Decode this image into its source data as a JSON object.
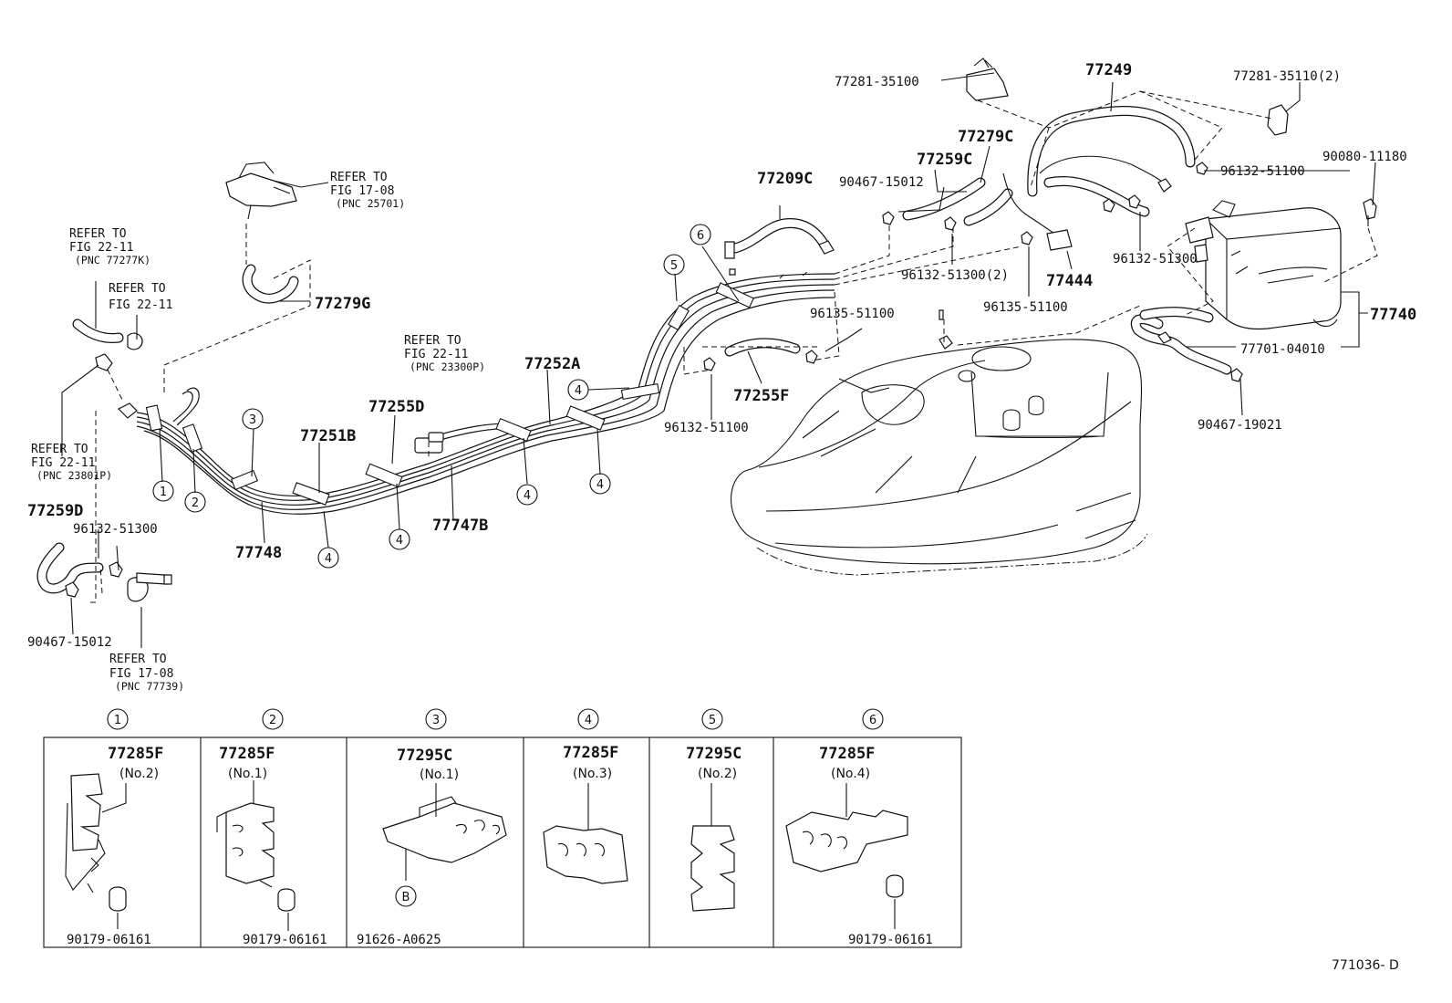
{
  "diagram_id": "771036- D",
  "labels": {
    "p77281_35100": "77281-35100",
    "p77249": "77249",
    "p77281_35110": "77281-35110(2)",
    "p77279C": "77279C",
    "p77259C": "77259C",
    "p90080_11180": "90080-11180",
    "p96132_51100_a": "96132-51100",
    "p77209C": "77209C",
    "p90467_15012_a": "90467-15012",
    "p96132_51300_2": "96132-51300(2)",
    "p77444": "77444",
    "p96132_51300_a": "96132-51300",
    "p96135_51100_a": "96135-51100",
    "p96135_51100_b": "96135-51100",
    "p77740": "77740",
    "p77701_04010": "77701-04010",
    "p90467_19021": "90467-19021",
    "p77279G": "77279G",
    "p77252A": "77252A",
    "p77255D": "77255D",
    "p77251B": "77251B",
    "p77255F": "77255F",
    "p96132_51100_b": "96132-51100",
    "p77747B": "77747B",
    "p77748": "77748",
    "p77259D": "77259D",
    "p96132_51300_b": "96132-51300",
    "p90467_15012_b": "90467-15012"
  },
  "refers": {
    "r1": {
      "l1": "REFER TO",
      "l2": "FIG 17-08",
      "l3": "(PNC 25701)"
    },
    "r2": {
      "l1": "REFER TO",
      "l2": "FIG 22-11",
      "l3": "(PNC 77277K)"
    },
    "r3": {
      "l1": "REFER TO",
      "l2": "FIG 22-11"
    },
    "r4": {
      "l1": "REFER TO",
      "l2": "FIG 22-11",
      "l3": "(PNC 23300P)"
    },
    "r5": {
      "l1": "REFER TO",
      "l2": "FIG 22-11",
      "l3": "(PNC 23801P)"
    },
    "r6": {
      "l1": "REFER TO",
      "l2": "FIG 17-08",
      "l3": "(PNC 77739)"
    }
  },
  "callouts": {
    "c1": "1",
    "c2": "2",
    "c3": "3",
    "c4": "4",
    "c5": "5",
    "c6": "6",
    "cB": "B"
  },
  "detail_panels": [
    {
      "num": "1",
      "part": "77285F",
      "sub": "(No.2)",
      "fastener": "90179-06161"
    },
    {
      "num": "2",
      "part": "77285F",
      "sub": "(No.1)",
      "fastener": "90179-06161"
    },
    {
      "num": "3",
      "part": "77295C",
      "sub": "(No.1)",
      "fastener": "91626-A0625"
    },
    {
      "num": "4",
      "part": "77285F",
      "sub": "(No.3)",
      "fastener": ""
    },
    {
      "num": "5",
      "part": "77295C",
      "sub": "(No.2)",
      "fastener": ""
    },
    {
      "num": "6",
      "part": "77285F",
      "sub": "(No.4)",
      "fastener": "90179-06161"
    }
  ]
}
